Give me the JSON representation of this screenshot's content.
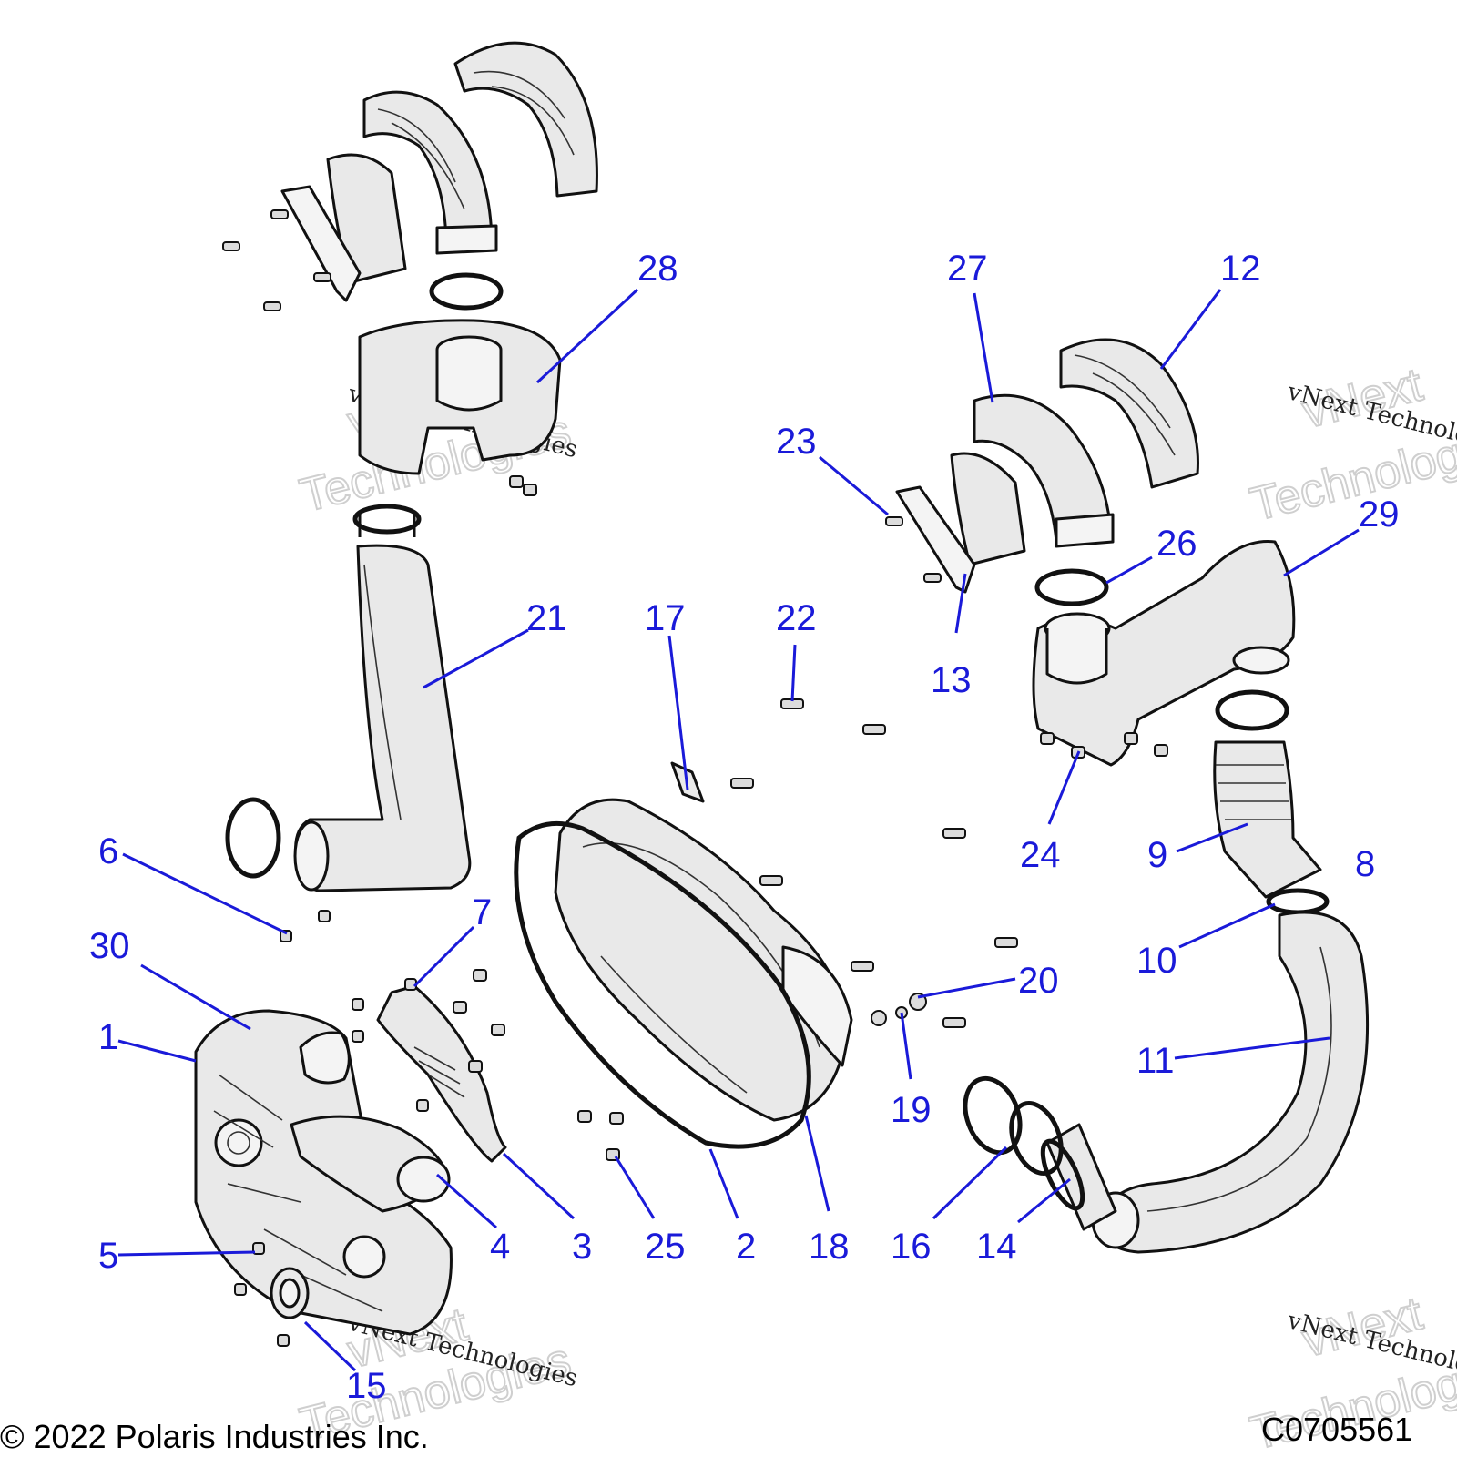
{
  "callouts": {
    "c1": "1",
    "c2": "2",
    "c3": "3",
    "c4": "4",
    "c5": "5",
    "c6": "6",
    "c7": "7",
    "c8": "8",
    "c9": "9",
    "c10": "10",
    "c11": "11",
    "c12": "12",
    "c13": "13",
    "c14": "14",
    "c15": "15",
    "c16": "16",
    "c17": "17",
    "c18": "18",
    "c19": "19",
    "c20": "20",
    "c21": "21",
    "c22": "22",
    "c23": "23",
    "c24": "24",
    "c25": "25",
    "c26": "26",
    "c27": "27",
    "c28": "28",
    "c29": "29",
    "c30": "30"
  },
  "watermark": {
    "line1": "vNext",
    "line2": "Technologies",
    "small": "vNext Technologies"
  },
  "footer": {
    "copyright": "© 2022 Polaris Industries Inc.",
    "figure_id": "C0705561"
  },
  "colors": {
    "callout": "#1a1ad9",
    "line_art": "#111111",
    "part_fill": "#e9e9e9"
  }
}
